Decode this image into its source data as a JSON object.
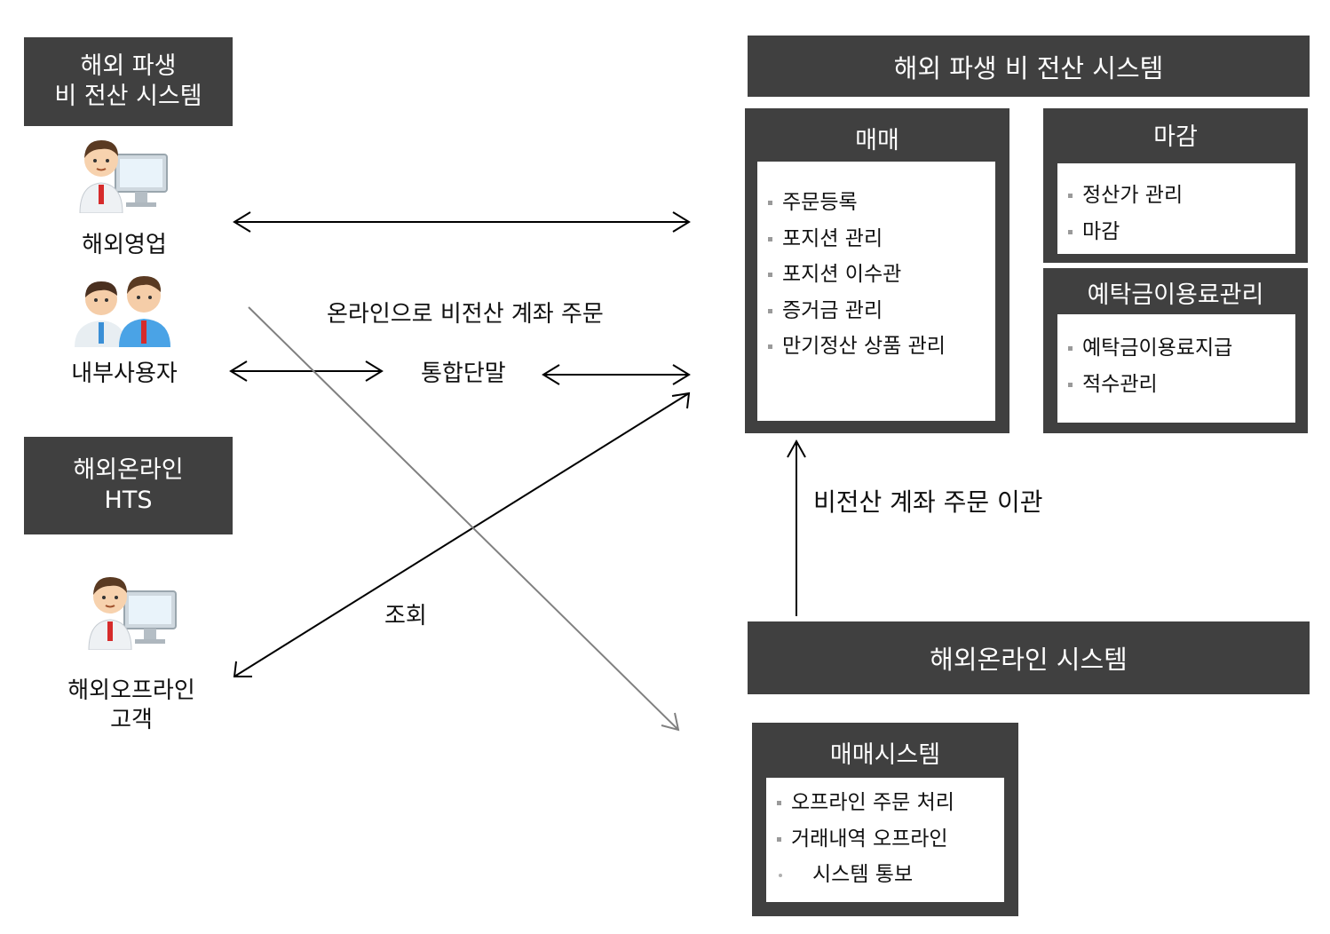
{
  "left_panel": {
    "nonsys_box": {
      "line1": "해외 파생",
      "line2": "비 전산 시스템"
    },
    "hts_box": {
      "line1": "해외온라인",
      "line2": "HTS"
    },
    "actor_sales": "해외영업",
    "actor_internal": "내부사용자",
    "actor_offline": {
      "line1": "해외오프라인",
      "line2": "고객"
    }
  },
  "flows": {
    "online_order": "온라인으로 비전산 계좌 주문",
    "terminal": "통합단말",
    "inquiry": "조회",
    "transfer": "비전산 계좌 주문 이관"
  },
  "nonsys_header": "해외 파생 비 전산 시스템",
  "trading": {
    "title": "매매",
    "items": [
      "주문등록",
      "포지션 관리",
      "포지션 이수관",
      "증거금 관리",
      "만기정산 상품 관리"
    ]
  },
  "closing": {
    "title": "마감",
    "items": [
      "정산가 관리",
      "마감"
    ]
  },
  "deposit_fee": {
    "title": "예탁금이용료관리",
    "items": [
      "예탁금이용료지급",
      "적수관리"
    ]
  },
  "online_system": "해외온라인 시스템",
  "trade_system": {
    "title": "매매시스템",
    "items": [
      "오프라인 주문 처리",
      "거래내역 오프라인",
      "시스템 통보"
    ]
  },
  "colors": {
    "box_fill": "#404040",
    "box_text": "#ffffff",
    "arrow": "#000000",
    "gray_arrow": "#808080"
  },
  "icons": [
    "person-computer-icon",
    "two-people-icon",
    "person-computer-icon"
  ]
}
